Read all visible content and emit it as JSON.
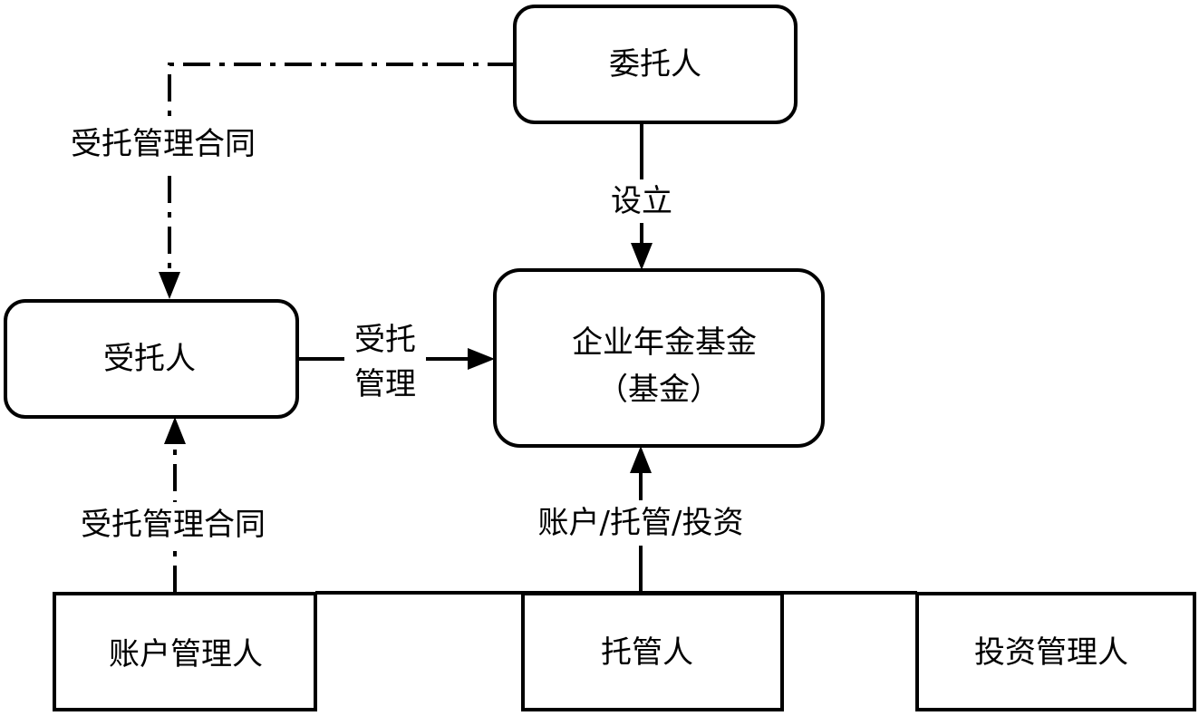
{
  "nodes": {
    "entrustor": "委托人",
    "trustee": "受托人",
    "fund_line1": "企业年金基金",
    "fund_line2": "（基金）",
    "account_manager": "账户管理人",
    "custodian": "托管人",
    "investment_manager": "投资管理人"
  },
  "edges": {
    "establish": "设立",
    "contract_top": "受托管理合同",
    "trust_mgmt_line1": "受托",
    "trust_mgmt_line2": "管理",
    "contract_bottom": "受托管理合同",
    "services": "账户/托管/投资"
  }
}
